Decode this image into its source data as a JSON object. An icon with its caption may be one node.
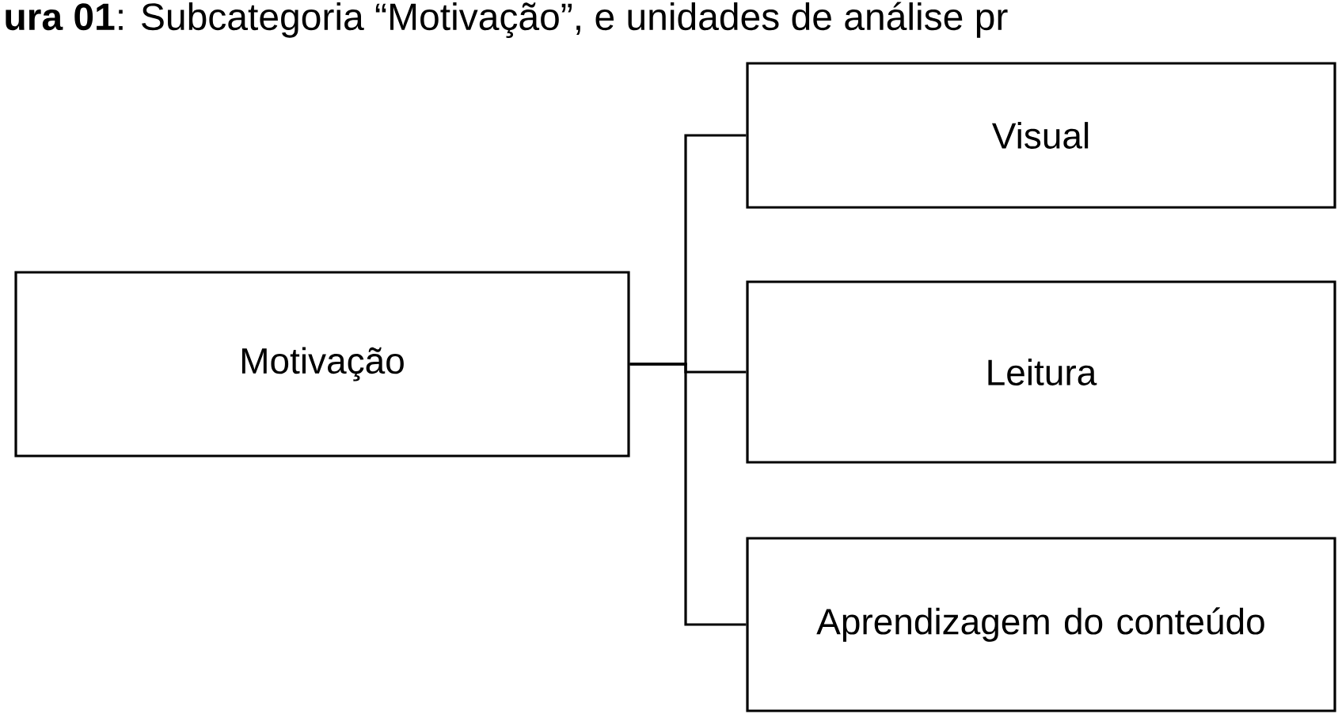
{
  "diagram": {
    "title": "**ura 01**: Subcategoria “Motivação”, e unidades de análise pr",
    "nodes": [
      {
        "text": [
          "Motivação"
        ]
      },
      {
        "text": [
          "Visual"
        ]
      },
      {
        "text": [
          "Leitura"
        ]
      },
      {
        "text": [
          "Aprendizagem do conteúdo"
        ]
      }
    ],
    "edges": [
      {
        "from": 0,
        "to": 1,
        "arrow": "none"
      },
      {
        "from": 0,
        "to": 2,
        "arrow": "none"
      },
      {
        "from": 0,
        "to": 3,
        "arrow": "none"
      }
    ]
  }
}
